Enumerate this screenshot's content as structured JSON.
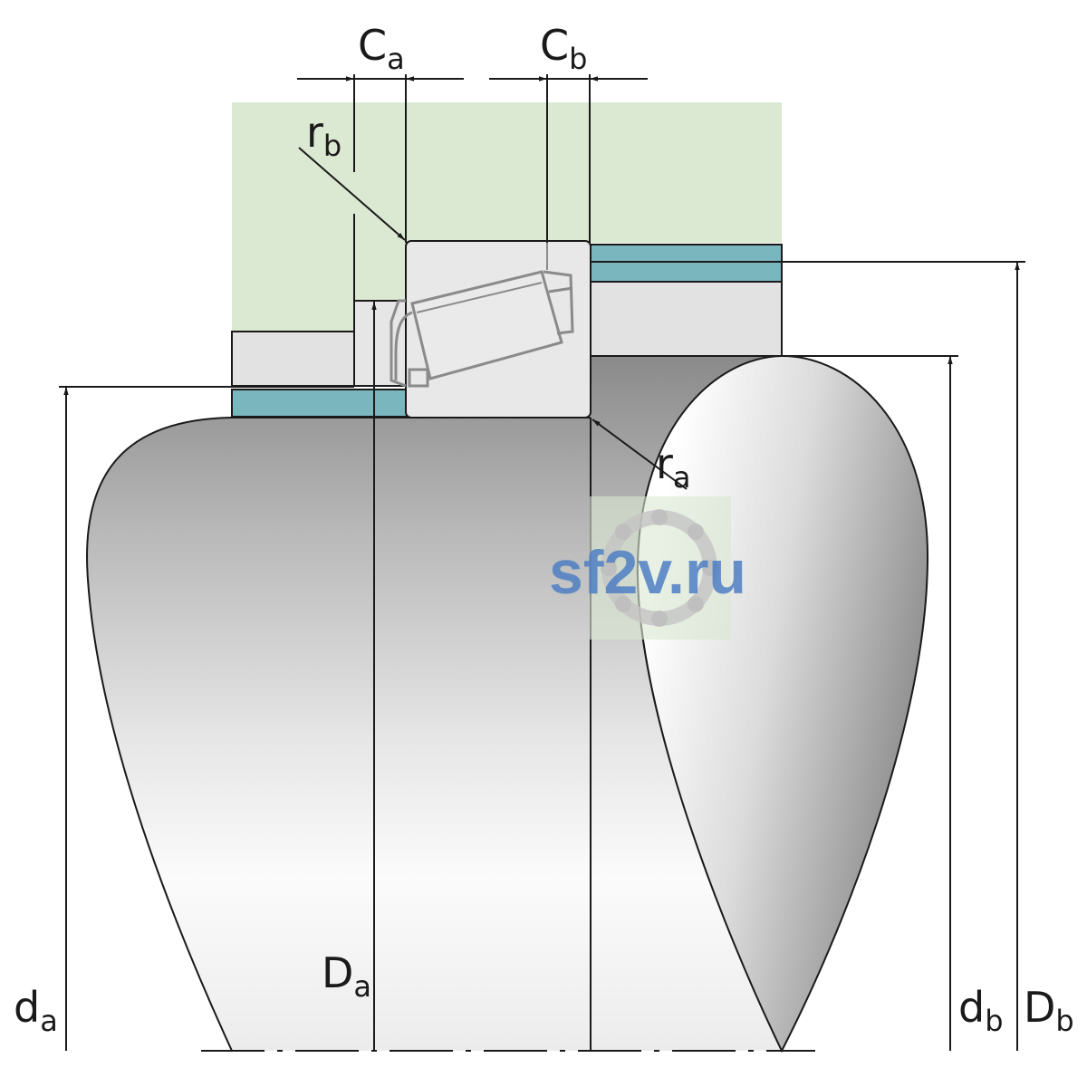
{
  "labels": {
    "Ca": {
      "main": "C",
      "sub": "a"
    },
    "Cb": {
      "main": "C",
      "sub": "b"
    },
    "rb": {
      "main": "r",
      "sub": "b"
    },
    "ra": {
      "main": "r",
      "sub": "a"
    },
    "da": {
      "main": "d",
      "sub": "a"
    },
    "Da": {
      "main": "D",
      "sub": "a"
    },
    "db": {
      "main": "d",
      "sub": "b"
    },
    "Db": {
      "main": "D",
      "sub": "b"
    }
  },
  "watermark": {
    "text": "sf2v.ru"
  },
  "colors": {
    "housing": "#dbe8d2",
    "shim": "#79b6bd",
    "bearing": "#e6e6e6",
    "line": "#1a1a1a"
  }
}
